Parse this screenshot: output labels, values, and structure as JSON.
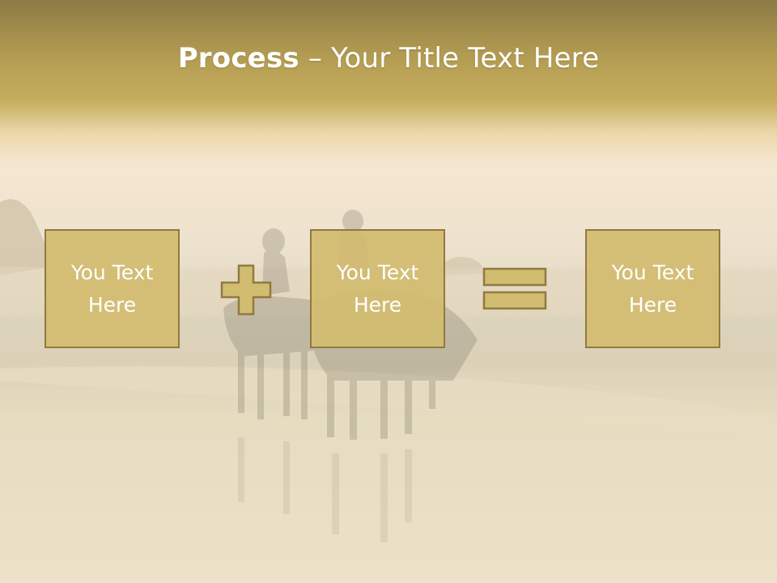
{
  "slide": {
    "title_bold": "Process",
    "title_rest": " – Your Title Text Here",
    "boxes": [
      {
        "label": "You Text Here"
      },
      {
        "label": "You Text Here"
      },
      {
        "label": "You Text Here"
      }
    ],
    "operators": [
      "plus-icon",
      "equals-icon"
    ],
    "colors": {
      "header": "#b39c52",
      "box_fill": "#d2bc70",
      "box_border": "#8f7a3f",
      "text": "#ffffff"
    }
  }
}
